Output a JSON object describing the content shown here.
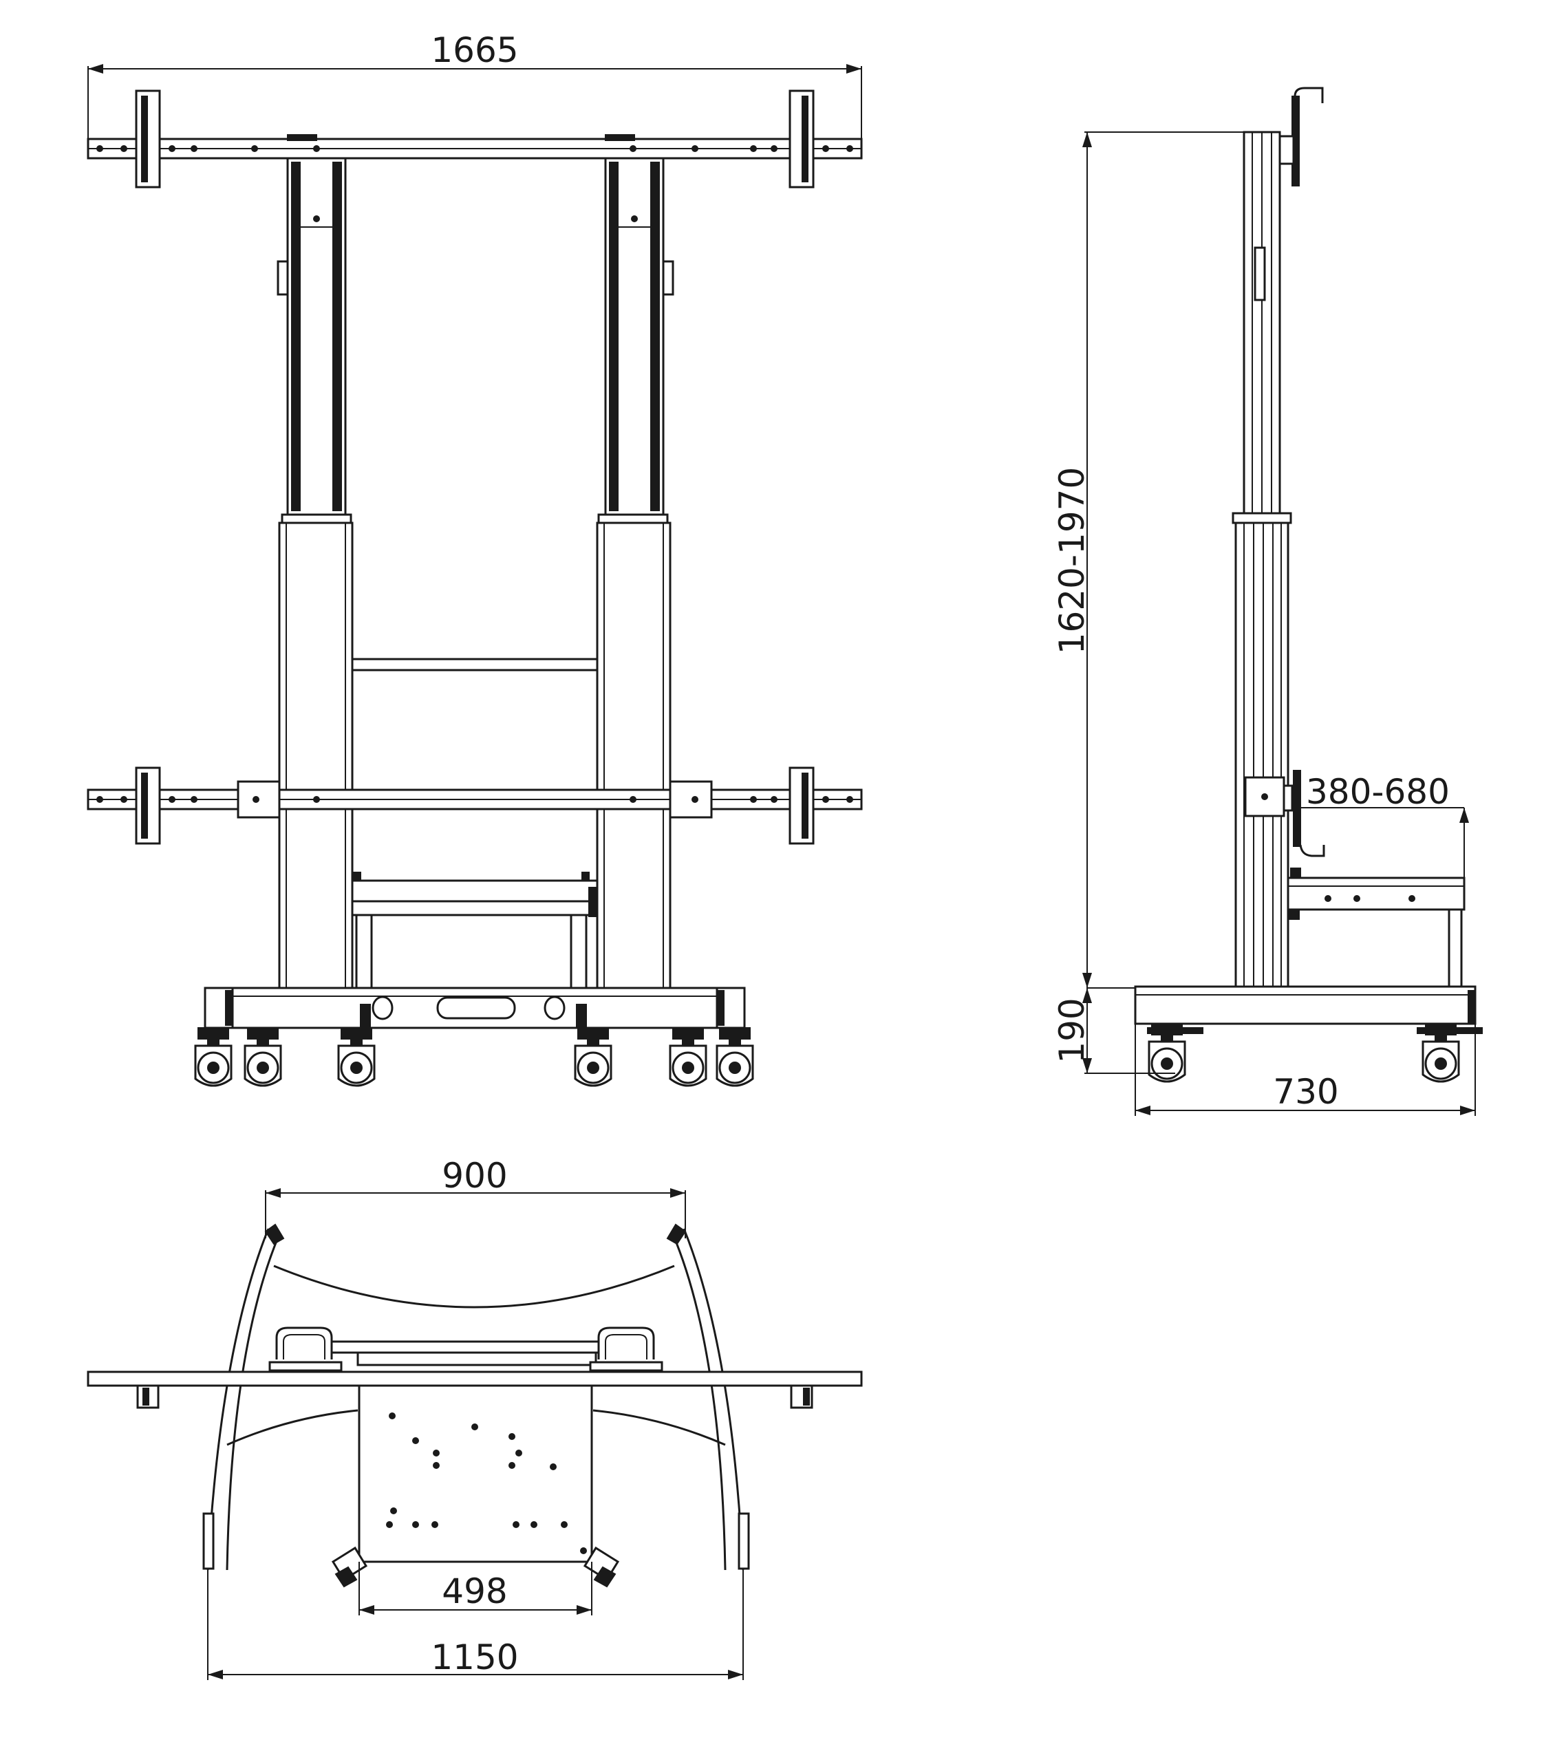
{
  "colors": {
    "line": "#1a1a1a",
    "paper": "#ffffff"
  },
  "front_view": {
    "width_label": "1665"
  },
  "side_view": {
    "height_label": "1620-1970",
    "shelf_height_label": "380-680",
    "base_height_label": "190",
    "depth_label": "730"
  },
  "top_view": {
    "inner_width_label": "900",
    "plate_width_label": "498",
    "outer_width_label": "1150"
  }
}
